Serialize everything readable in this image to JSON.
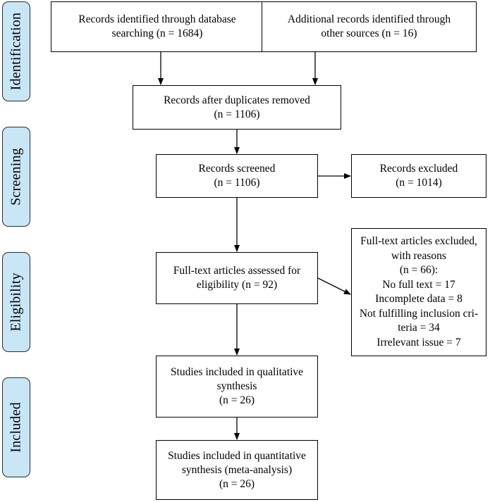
{
  "phases": {
    "identification": "Identification",
    "screening": "Screening",
    "eligibility": "Eligibility",
    "included": "Included"
  },
  "boxes": {
    "database_search": [
      "Records identified through database",
      "searching (n = 1684)"
    ],
    "other_sources": [
      "Additional records identified through",
      "other sources (n = 16)"
    ],
    "after_duplicates": [
      "Records after duplicates removed",
      "(n = 1106)"
    ],
    "screened": [
      "Records screened",
      "(n = 1106)"
    ],
    "excluded": [
      "Records excluded",
      "(n = 1014)"
    ],
    "fulltext_assessed": [
      "Full-text articles assessed for",
      "eligibility (n = 92)"
    ],
    "fulltext_excluded": [
      "Full-text articles excluded,",
      "with reasons",
      "(n = 66):",
      "No full text = 17",
      "Incomplete data = 8",
      "Not fulfilling inclusion cri-",
      "teria = 34",
      "Irrelevant issue = 7"
    ],
    "qualitative": [
      "Studies included in qualitative",
      "synthesis",
      "(n = 26)"
    ],
    "quantitative": [
      "Studies included in quantitative",
      "synthesis (meta-analysis)",
      "(n = 26)"
    ]
  },
  "colors": {
    "phase_fill": "#c9e6f7",
    "line": "#000000"
  }
}
